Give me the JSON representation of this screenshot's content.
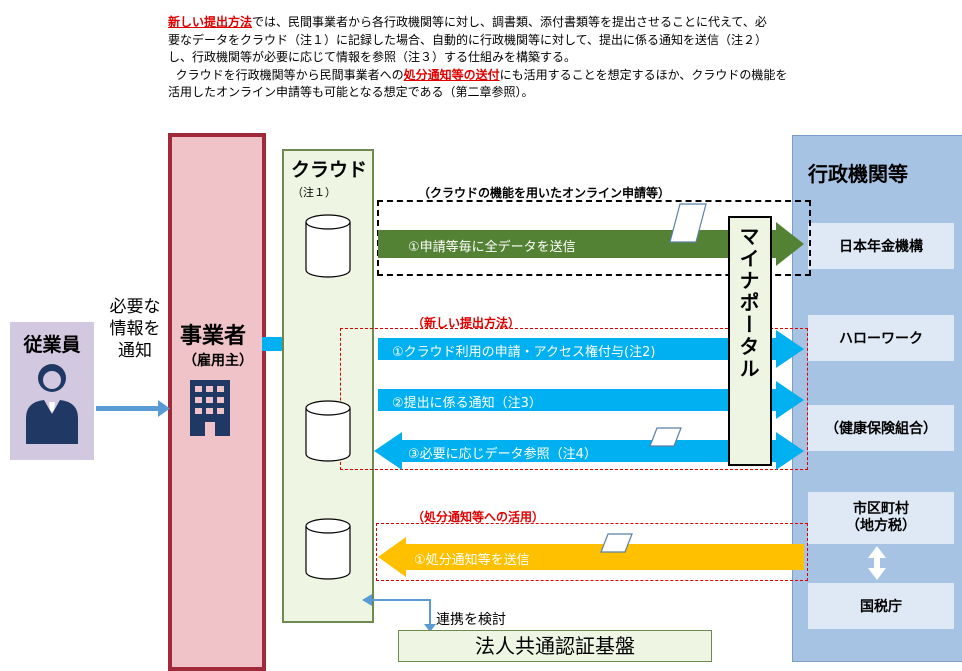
{
  "intro": {
    "p1_highlight": "新しい提出方法",
    "p1_line1_rest": "では、民間事業者から各行政機関等に対し、調書類、添付書類等を提出させることに代えて、必",
    "p1_line2": "要なデータをクラウド（注１）に記録した場合、自動的に行政機関等に対して、提出に係る通知を送信（注２）",
    "p1_line3": "し、行政機関等が必要に応じて情報を参照（注３）する仕組みを構築する。",
    "p2_line1_pre": "クラウドを行政機関等から民間事業者への",
    "p2_highlight": "処分通知等の送付",
    "p2_line1_post": "にも活用することを想定するほか、クラウドの機能を",
    "p2_line2": "活用したオンライン申請等も可能となる想定である（第二章参照）。"
  },
  "employee": {
    "label": "従業員"
  },
  "notify_label": [
    "必要な",
    "情報を",
    "通知"
  ],
  "company": {
    "label": "事業者",
    "sub": "（雇用主）"
  },
  "cloud": {
    "title": "クラウド",
    "note": "（注１）"
  },
  "sections": {
    "online": "（クラウドの機能を用いたオンライン申請等）",
    "new_method": "（新しい提出方法）",
    "disposition": "（処分通知等への活用）"
  },
  "arrows": {
    "online_send": "①申請等毎に全データを送信",
    "grant_access": "①クラウド利用の申請・アクセス権付与(注2)",
    "notify_submit": "②提出に係る通知（注3）",
    "data_ref": "③必要に応じデータ参照（注4）",
    "disposition_send": "①処分通知等を送信"
  },
  "portal": {
    "label": "マイナポータル"
  },
  "gov": {
    "title": "行政機関等",
    "orgs": [
      "日本年金機構",
      "ハローワーク",
      "（健康保険組合）",
      "市区町村\n（地方税）",
      "国税庁"
    ]
  },
  "bottom": {
    "coop_label": "連携を検討",
    "base_label": "法人共通認証基盤"
  },
  "colors": {
    "green_arrow": "#548235",
    "blue_arrow": "#00b0f0",
    "orange_arrow": "#ffc000",
    "red": "#e00000",
    "company_border": "#a02a3a"
  }
}
